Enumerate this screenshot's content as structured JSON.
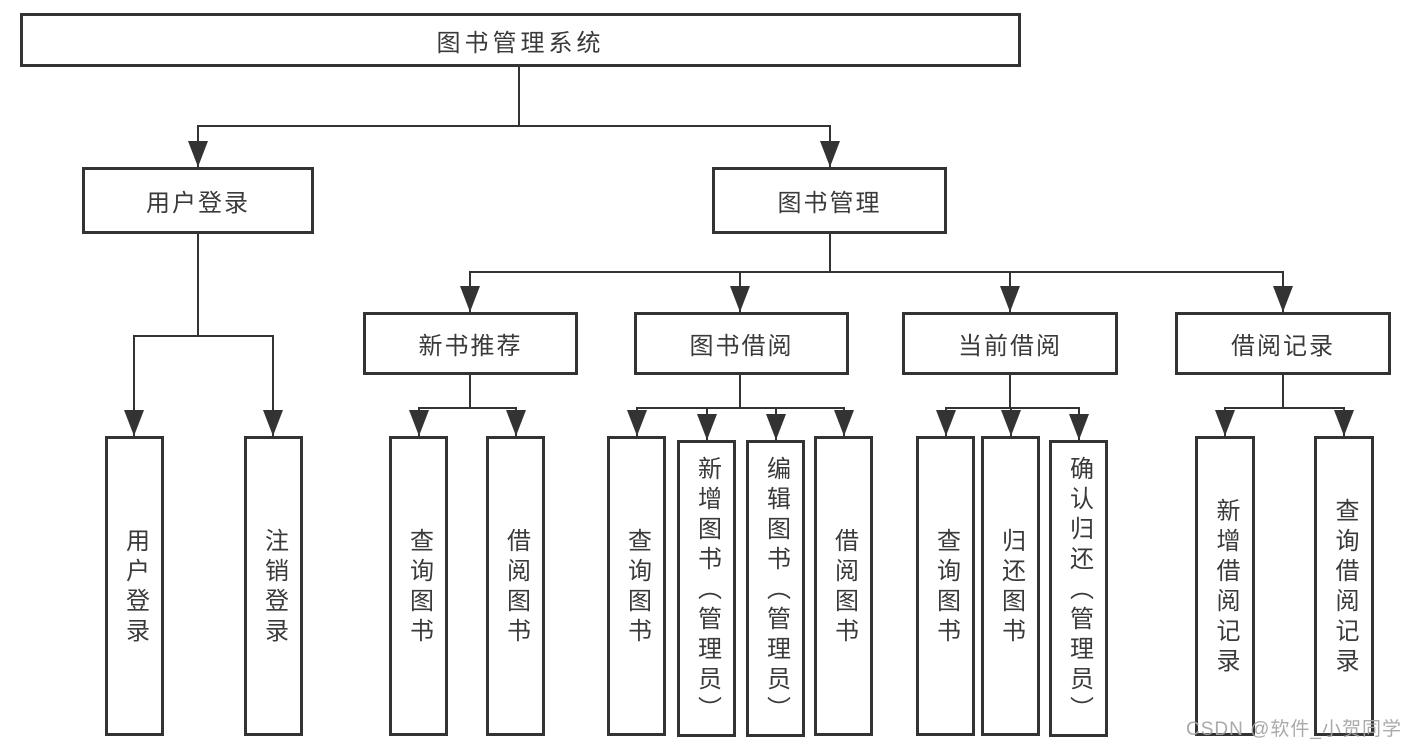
{
  "tree": {
    "root": {
      "label": "图书管理系统"
    },
    "children": [
      {
        "label": "用户登录",
        "children": [
          {
            "label": "用户登录"
          },
          {
            "label": "注销登录"
          }
        ]
      },
      {
        "label": "图书管理",
        "children": [
          {
            "label": "新书推荐",
            "children": [
              {
                "label": "查询图书"
              },
              {
                "label": "借阅图书"
              }
            ]
          },
          {
            "label": "图书借阅",
            "children": [
              {
                "label": "查询图书"
              },
              {
                "label": "新增图书（管理员）"
              },
              {
                "label": "编辑图书（管理员）"
              },
              {
                "label": "借阅图书"
              }
            ]
          },
          {
            "label": "当前借阅",
            "children": [
              {
                "label": "查询图书"
              },
              {
                "label": "归还图书"
              },
              {
                "label": "确认归还（管理员）"
              }
            ]
          },
          {
            "label": "借阅记录",
            "children": [
              {
                "label": "新增借阅记录"
              },
              {
                "label": "查询借阅记录"
              }
            ]
          }
        ]
      }
    ]
  },
  "watermark": "CSDN @软件_小贺同学",
  "colors": {
    "line": "#333333",
    "text": "#3a3a3a",
    "watermark": "#a5a5a5",
    "background": "#ffffff"
  }
}
